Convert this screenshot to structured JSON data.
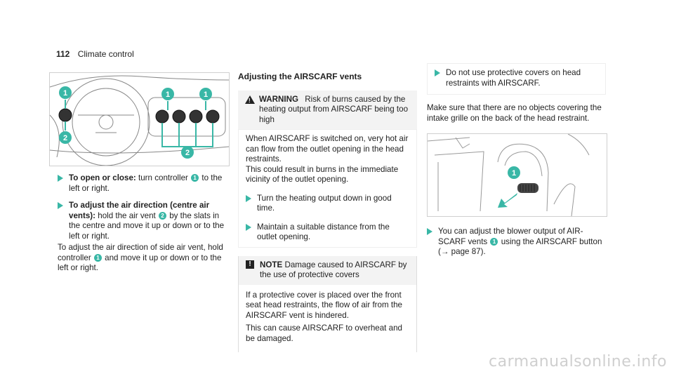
{
  "page": {
    "number": "112",
    "section": "Climate control"
  },
  "left": {
    "figure_callouts": [
      "1",
      "2",
      "1",
      "1",
      "2"
    ],
    "step1_bold": "To open or close:",
    "step1_text_a": "turn controller",
    "step1_callout": "1",
    "step1_text_b": "to the left or right.",
    "step2_bold": "To adjust the air direction (centre air vents):",
    "step2_text_a": "hold the air vent",
    "step2_callout": "2",
    "step2_text_b": "by the slats in the centre and move it up or down or to the left or right.",
    "para_a": "To adjust the air direction of side air vent, hold controller",
    "para_callout": "1",
    "para_b": "and move it up or down or to the left or right."
  },
  "middle": {
    "title": "Adjusting the AIRSCARF vents",
    "warning_label": "WARNING",
    "warning_title": "Risk of burns caused by the heating output from AIRSCARF being too high",
    "warning_p1": "When AIRSCARF is switched on, very hot air can flow from the outlet opening in the head restraints.",
    "warning_p2": "This could result in burns in the immediate vicinity of the outlet opening.",
    "warning_step1": "Turn the heating output down in good time.",
    "warning_step2": "Maintain a suitable distance from the outlet opening.",
    "note_label": "NOTE",
    "note_title": "Damage caused to AIRSCARF by the use of protective covers",
    "note_p1": "If a protective cover is placed over the front seat head restraints, the flow of air from the AIRSCARF vent is hindered.",
    "note_p2": "This can cause AIRSCARF to overheat and be damaged."
  },
  "right": {
    "top_step": "Do not use protective covers on head restraints with AIRSCARF.",
    "para": "Make sure that there are no objects covering the intake grille on the back of the head restraint.",
    "figure_callout": "1",
    "step_a": "You can adjust the blower output of AIR-SCARF vents",
    "step_callout": "1",
    "step_b": "using the AIRSCARF button (→ page 87)."
  },
  "watermark": "carmanualsonline.info",
  "colors": {
    "accent": "#39b7a6",
    "accent_bar": "#d7efec"
  }
}
